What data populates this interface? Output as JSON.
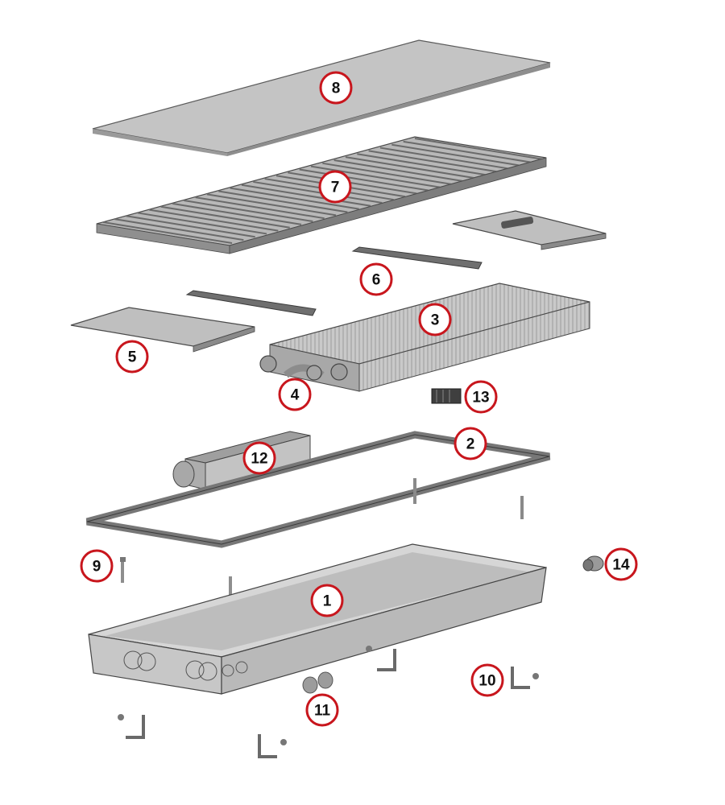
{
  "colors": {
    "part_light": "#d2d2d2",
    "part_mid": "#b4b4b4",
    "part_dark": "#8a8a8a",
    "outline": "#4a4a4a",
    "callout_ring": "#c8161d",
    "background": "#ffffff"
  },
  "parts": [
    {
      "key": "p1",
      "label": "1",
      "name": "housing-trough"
    },
    {
      "key": "p2",
      "label": "2",
      "name": "frame"
    },
    {
      "key": "p3",
      "label": "3",
      "name": "heat-exchanger"
    },
    {
      "key": "p4",
      "label": "4",
      "name": "pipe-connections"
    },
    {
      "key": "p5",
      "label": "5",
      "name": "cover-plate"
    },
    {
      "key": "p6",
      "label": "6",
      "name": "support-rail"
    },
    {
      "key": "p7",
      "label": "7",
      "name": "linear-grille"
    },
    {
      "key": "p8",
      "label": "8",
      "name": "top-cover"
    },
    {
      "key": "p9",
      "label": "9",
      "name": "leveling-bolt"
    },
    {
      "key": "p10",
      "label": "10",
      "name": "mounting-bracket"
    },
    {
      "key": "p11",
      "label": "11",
      "name": "plugs"
    },
    {
      "key": "p12",
      "label": "12",
      "name": "fan-unit"
    },
    {
      "key": "p13",
      "label": "13",
      "name": "terminal-block"
    },
    {
      "key": "p14",
      "label": "14",
      "name": "cable-gland"
    }
  ]
}
